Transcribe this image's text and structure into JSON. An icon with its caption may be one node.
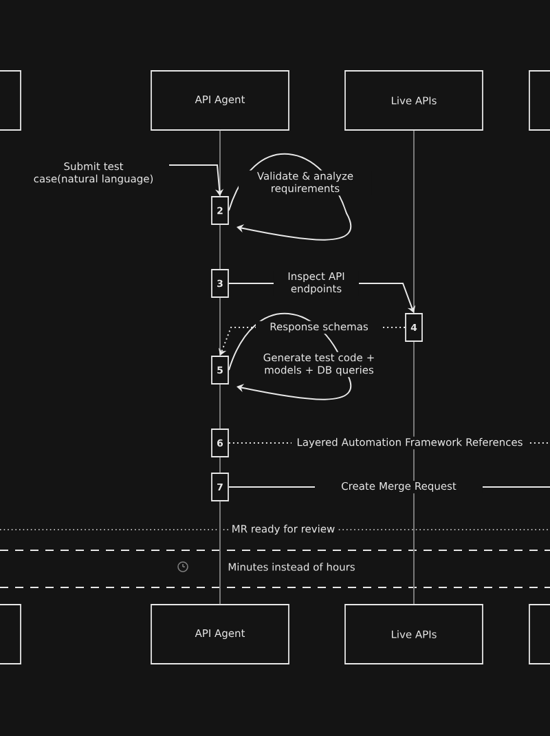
{
  "diagram": {
    "nodes": [
      {
        "text": [],
        "shape": "box"
      },
      {
        "text": [
          "API Agent"
        ]
      },
      {
        "text": [
          "Live APIs"
        ]
      },
      {
        "text": [],
        "shape": "box"
      },
      {
        "text": [
          "2"
        ]
      },
      {
        "text": [
          "3"
        ]
      },
      {
        "text": [
          "4"
        ]
      },
      {
        "text": [
          "5"
        ]
      },
      {
        "text": [
          "6"
        ]
      },
      {
        "text": [
          "7"
        ]
      },
      {
        "text": [],
        "shape": "box"
      },
      {
        "text": [
          "API Agent"
        ]
      },
      {
        "text": [
          "Live APIs"
        ]
      },
      {
        "text": [],
        "shape": "box"
      }
    ],
    "edges": [
      {
        "from": 1,
        "to": 4,
        "arrow": "none"
      },
      {
        "from": 2,
        "to": 6,
        "arrow": "none"
      },
      {
        "from": null,
        "to": 4,
        "arrow": "to",
        "label": "Submit test case(natural language)",
        "color": "#e8e8e8"
      },
      {
        "from": 4,
        "to": 4,
        "arrow": "to",
        "label": "Validate & analyze requirements",
        "color": "#e8e8e8"
      },
      {
        "from": 5,
        "to": 6,
        "arrow": "to",
        "label": "Inspect API endpoints",
        "color": "#e8e8e8"
      },
      {
        "from": 6,
        "to": 7,
        "arrow": "to",
        "label": "Response schemas",
        "style": "dashed",
        "color": "#e8e8e8"
      },
      {
        "from": 7,
        "to": 7,
        "arrow": "to",
        "label": "Generate test code + models + DB queries",
        "color": "#e8e8e8"
      },
      {
        "from": 8,
        "to": null,
        "arrow": "none",
        "label": "Layered Automation Framework References",
        "style": "dashed",
        "color": "#e8e8e8"
      },
      {
        "from": 9,
        "to": null,
        "arrow": "none",
        "label": "Create Merge Request",
        "color": "#e8e8e8"
      },
      {
        "from": 4,
        "to": 5,
        "arrow": "none"
      },
      {
        "from": 5,
        "to": 7,
        "arrow": "none"
      },
      {
        "from": 7,
        "to": 8,
        "arrow": "none"
      },
      {
        "from": 8,
        "to": 9,
        "arrow": "none"
      },
      {
        "from": 9,
        "to": 11,
        "arrow": "none"
      },
      {
        "from": 6,
        "to": 12,
        "arrow": "none"
      }
    ],
    "labels": [
      "MR ready for review",
      "Minutes instead of hours"
    ]
  }
}
